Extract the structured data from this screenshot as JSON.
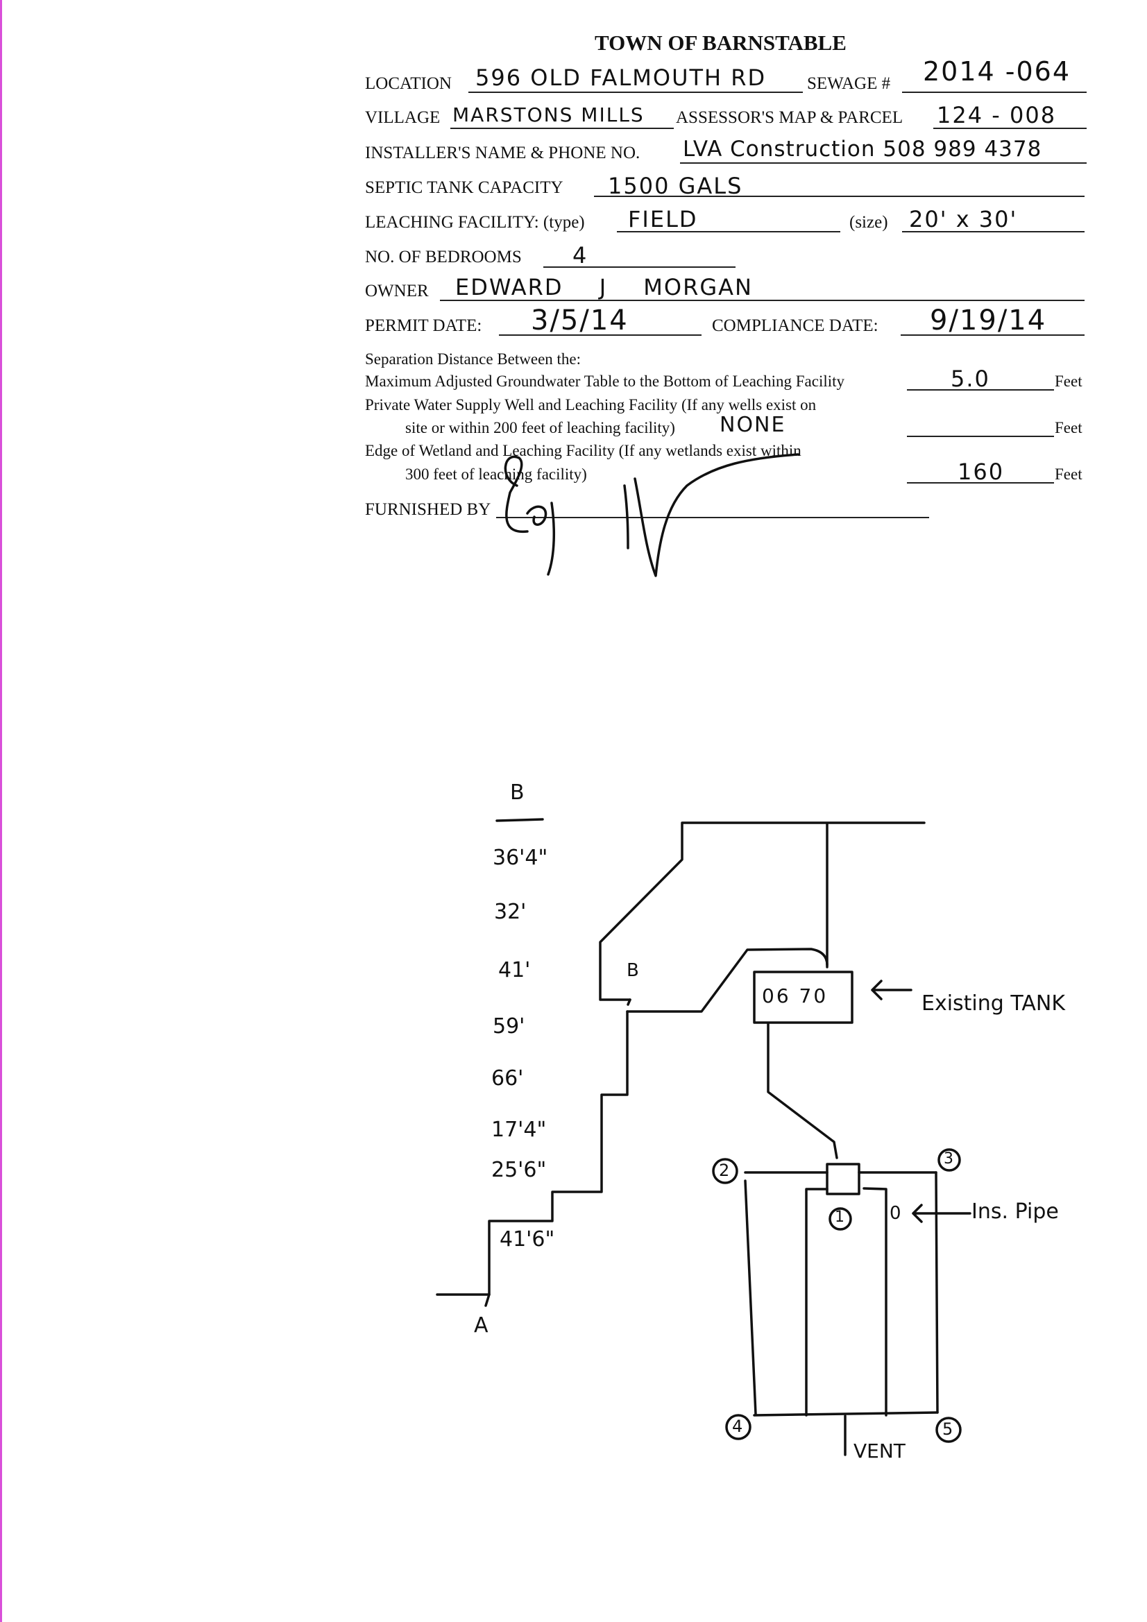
{
  "form": {
    "title": "TOWN OF BARNSTABLE",
    "location_label": "LOCATION",
    "location": "596 OLD FALMOUTH RD",
    "sewage_label": "SEWAGE #",
    "sewage": "2014 -064",
    "village_label": "VILLAGE",
    "village": "MARSTONS MILLS",
    "assessor_label": "ASSESSOR'S MAP & PARCEL",
    "assessor": "124 - 008",
    "installer_label": "INSTALLER'S NAME & PHONE NO.",
    "installer": "LVA Construction 508 989 4378",
    "tank_label": "SEPTIC TANK CAPACITY",
    "tank": "1500 GALS",
    "leach_label": "LEACHING FACILITY: (type)",
    "leach_type": "FIELD",
    "size_label": "(size)",
    "leach_size": "20' x 30'",
    "bedrooms_label": "NO. OF BEDROOMS",
    "bedrooms": "4",
    "owner_label": "OWNER",
    "owner": "EDWARD J MORGAN",
    "permit_label": "PERMIT DATE:",
    "permit_date": "3/5/14",
    "compliance_label": "COMPLIANCE DATE:",
    "compliance_date": "9/19/14",
    "separation_heading": "Separation Distance Between the:",
    "sep1_label": "Maximum Adjusted Groundwater Table to the Bottom of Leaching Facility",
    "sep1_value": "5.0",
    "sep2_label_a": "Private Water Supply Well and Leaching Facility (If any wells exist on",
    "sep2_label_b": "site or within 200 feet of leaching facility)",
    "sep2_note": "NONE",
    "sep2_value": "",
    "sep3_label_a": "Edge of Wetland and Leaching Facility (If any wetlands exist within",
    "sep3_label_b": "300 feet of leaching facility)",
    "sep3_value": "160",
    "feet_unit": "Feet",
    "furnished_label": "FURNISHED BY"
  },
  "sketch": {
    "b_header": "B",
    "measurements": [
      "36'4\"",
      "32'",
      "41'",
      "59'",
      "66'",
      "17'4\"",
      "25'6\"",
      "41'6\""
    ],
    "point_a": "A",
    "point_b": "B",
    "tank_number": "06 70",
    "existing_tank_label": "Existing TANK",
    "pipe_marker": "0",
    "ins_pipe_label": "Ins. Pipe",
    "vent_label": "VENT",
    "corners": [
      "1",
      "2",
      "3",
      "4",
      "5"
    ]
  }
}
